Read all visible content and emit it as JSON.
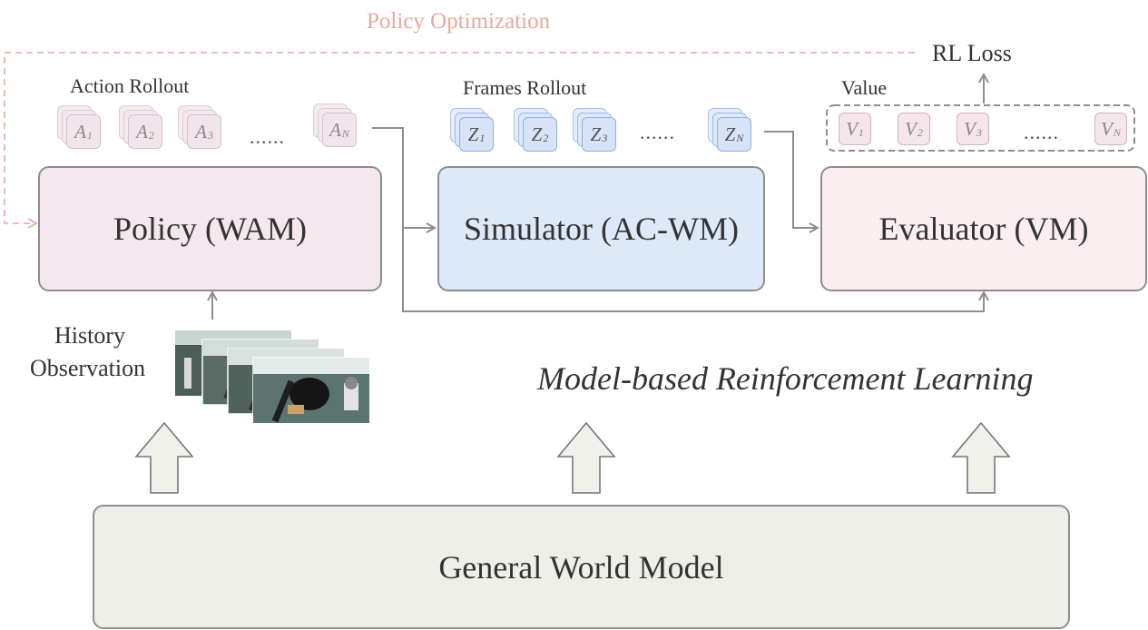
{
  "policy_optimization_label": "Policy Optimization",
  "rl_loss_label": "RL Loss",
  "action_rollout_label": "Action Rollout",
  "frames_rollout_label": "Frames Rollout",
  "value_label": "Value",
  "ellipsis": "......",
  "actions": [
    {
      "sym": "A",
      "sub": "1"
    },
    {
      "sym": "A",
      "sub": "2"
    },
    {
      "sym": "A",
      "sub": "3"
    },
    {
      "sym": "A",
      "sub": "N"
    }
  ],
  "frames": [
    {
      "sym": "Z",
      "sub": "1"
    },
    {
      "sym": "Z",
      "sub": "2"
    },
    {
      "sym": "Z",
      "sub": "3"
    },
    {
      "sym": "Z",
      "sub": "N"
    }
  ],
  "values": [
    {
      "sym": "V",
      "sub": "1"
    },
    {
      "sym": "V",
      "sub": "2"
    },
    {
      "sym": "V",
      "sub": "3"
    },
    {
      "sym": "V",
      "sub": "N"
    }
  ],
  "policy_box": "Policy (WAM)",
  "simulator_box": "Simulator (AC-WM)",
  "evaluator_box": "Evaluator (VM)",
  "history_line1": "History",
  "history_line2": "Observation",
  "mbrl_label": "Model-based Reinforcement Learning",
  "world_model_box": "General World Model",
  "colors": {
    "policy_fill": "#f4e8ee",
    "simulator_fill": "#dde8f8",
    "evaluator_fill": "#fbeef0",
    "world_fill": "#efefea",
    "action_token_fill": "#f1e4ea",
    "action_token_border": "#d8c2cc",
    "frame_token_fill": "#d7e4f7",
    "frame_token_border": "#8fb0e0",
    "value_token_fill": "#f4e6ea",
    "value_token_border": "#cbb5bd",
    "policy_opt_color": "#e7a99c",
    "arrow_gray": "#8e8e8e"
  }
}
